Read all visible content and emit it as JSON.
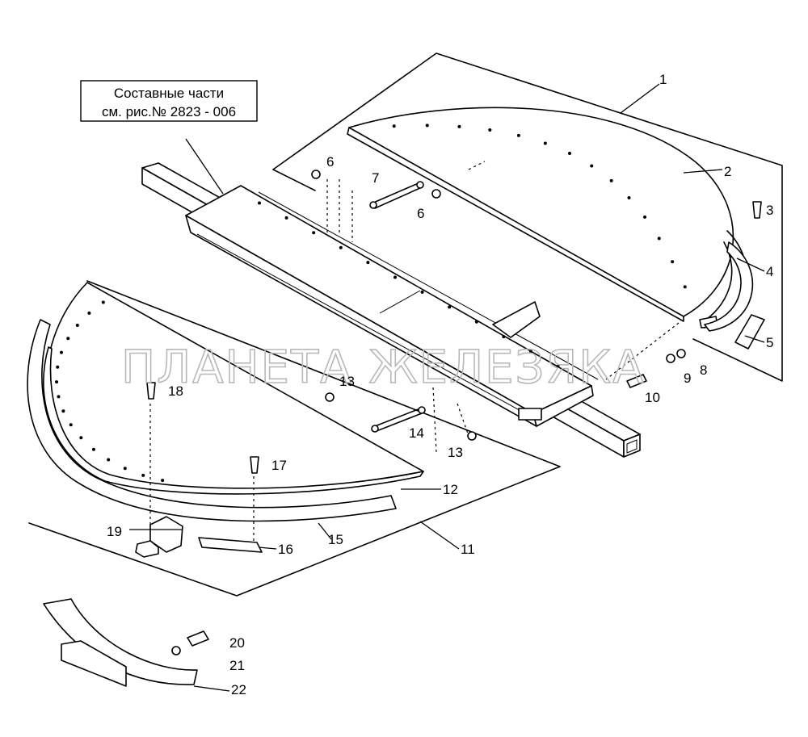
{
  "note": {
    "line1": "Составные части",
    "line2": "см. рис.№  2823 - 006"
  },
  "watermark": "ПЛАНЕТА ЖЕЛЕЗЯКА",
  "callouts": [
    {
      "id": "1",
      "label": "1"
    },
    {
      "id": "2",
      "label": "2"
    },
    {
      "id": "3",
      "label": "3"
    },
    {
      "id": "4",
      "label": "4"
    },
    {
      "id": "5",
      "label": "5"
    },
    {
      "id": "6a",
      "label": "6"
    },
    {
      "id": "6b",
      "label": "6"
    },
    {
      "id": "7",
      "label": "7"
    },
    {
      "id": "8",
      "label": "8"
    },
    {
      "id": "9",
      "label": "9"
    },
    {
      "id": "10",
      "label": "10"
    },
    {
      "id": "11",
      "label": "11"
    },
    {
      "id": "12",
      "label": "12"
    },
    {
      "id": "13a",
      "label": "13"
    },
    {
      "id": "13b",
      "label": "13"
    },
    {
      "id": "14",
      "label": "14"
    },
    {
      "id": "15",
      "label": "15"
    },
    {
      "id": "16",
      "label": "16"
    },
    {
      "id": "17",
      "label": "17"
    },
    {
      "id": "18",
      "label": "18"
    },
    {
      "id": "19",
      "label": "19"
    },
    {
      "id": "20",
      "label": "20"
    },
    {
      "id": "21",
      "label": "21"
    },
    {
      "id": "22",
      "label": "22"
    }
  ]
}
